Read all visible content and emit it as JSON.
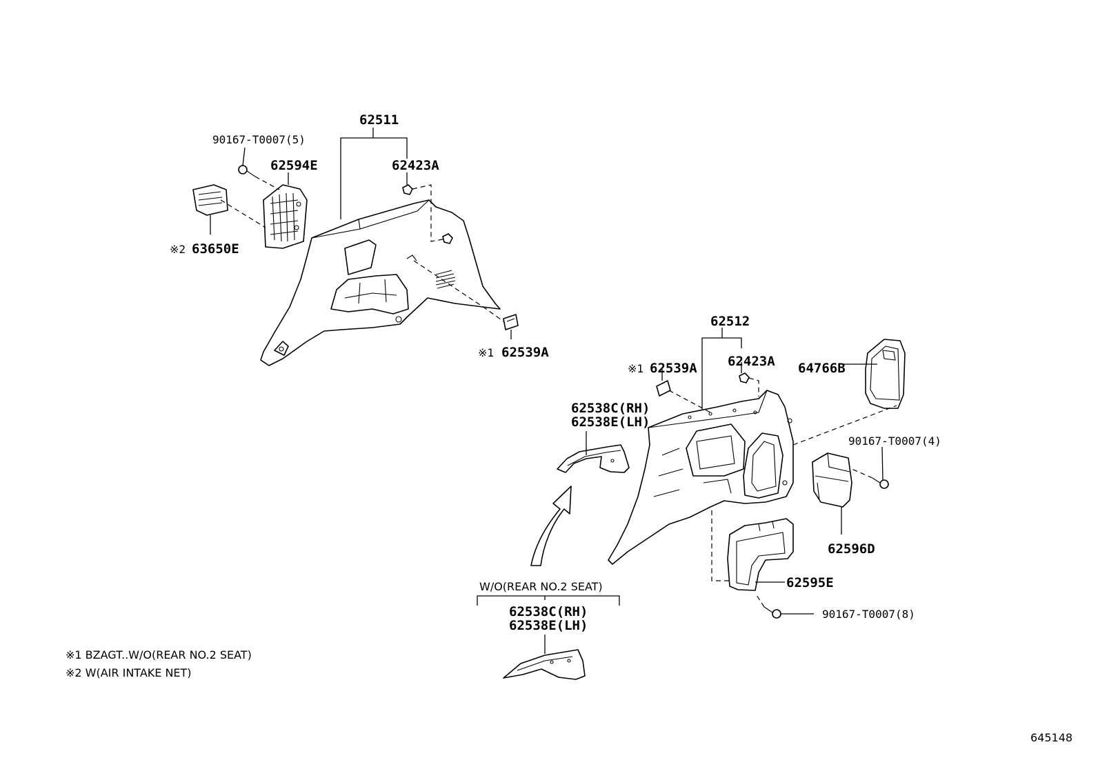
{
  "labels": {
    "p62511": "62511",
    "p90167_5": "90167-T0007(5)",
    "p62594E": "62594E",
    "p62423A_top": "62423A",
    "p63650E": "63650E",
    "p63650E_mark": "※2",
    "p62539A_top": "62539A",
    "p62539A_top_mark": "※1",
    "p62512": "62512",
    "p62539A_right": "62539A",
    "p62539A_right_mark": "※1",
    "p62423A_right": "62423A",
    "p64766B": "64766B",
    "p62538C_upper": "62538C(RH)",
    "p62538E_upper": "62538E(LH)",
    "p90167_4": "90167-T0007(4)",
    "p62596D": "62596D",
    "p62595E": "62595E",
    "p90167_8": "90167-T0007(8)",
    "wo_rear_label": "W/O(REAR NO.2 SEAT)",
    "p62538C_lower": "62538C(RH)",
    "p62538E_lower": "62538E(LH)"
  },
  "notes": {
    "note1": "※1 BZAGT..W/O(REAR NO.2 SEAT)",
    "note2": "※2 W(AIR INTAKE NET)"
  },
  "figure_number": "645148"
}
